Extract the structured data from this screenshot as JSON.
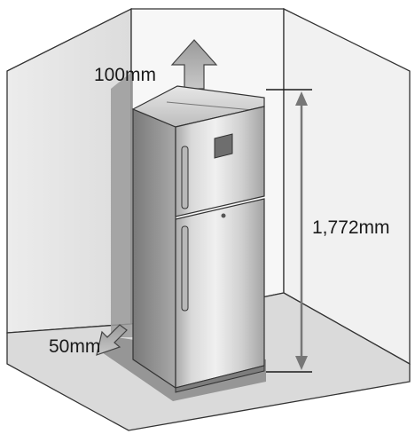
{
  "labels": {
    "top_clearance": "100mm",
    "side_clearance": "50mm",
    "height": "1,772mm"
  }
}
